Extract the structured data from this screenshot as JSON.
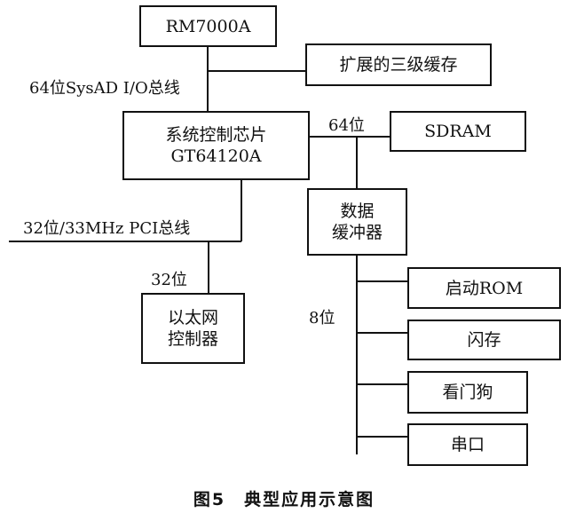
{
  "diagram": {
    "nodes": {
      "cpu": {
        "label": "RM7000A"
      },
      "l3cache": {
        "label": "扩展的三级缓存"
      },
      "system_controller": {
        "line1": "系统控制芯片",
        "line2": "GT64120A"
      },
      "sdram": {
        "label": "SDRAM"
      },
      "data_buffer": {
        "line1": "数据",
        "line2": "缓冲器"
      },
      "ethernet": {
        "line1": "以太网",
        "line2": "控制器"
      },
      "boot_rom": {
        "label": "启动ROM"
      },
      "flash": {
        "label": "闪存"
      },
      "watchdog": {
        "label": "看门狗"
      },
      "serial": {
        "label": "串口"
      }
    },
    "edge_labels": {
      "sysad_bus": "64位SysAD I/O总线",
      "memory_bus": "64位",
      "pci_bus": "32位/33MHz PCI总线",
      "ethernet_bus": "32位",
      "local_bus": "8位"
    },
    "caption": "图5　典型应用示意图"
  }
}
